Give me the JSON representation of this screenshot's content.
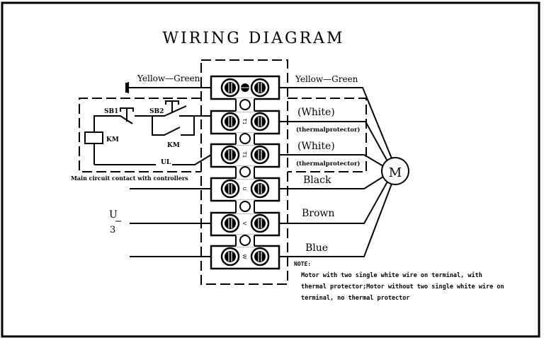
{
  "title": "WIRING  DIAGRAM",
  "ground": {
    "left_label": "Yellow—Green",
    "right_label": "Yellow—Green"
  },
  "control_circuit": {
    "sb1": "SB1",
    "sb2": "SB2",
    "km_coil": "KM",
    "km_contact": "KM",
    "ul": "UL",
    "caption": "Main circuit contact with controllers"
  },
  "terminals": [
    {
      "id": "ground",
      "mark": ""
    },
    {
      "id": "t1",
      "mark": "T1"
    },
    {
      "id": "t2",
      "mark": "T1"
    },
    {
      "id": "u",
      "mark": "U"
    },
    {
      "id": "v",
      "mark": "V"
    },
    {
      "id": "w",
      "mark": "W"
    }
  ],
  "wires": {
    "white1": "(White)",
    "thermal1": "(thermalprotector)",
    "white2": "(White)",
    "thermal2": "(thermalprotector)",
    "black": "Black",
    "brown": "Brown",
    "blue": "Blue"
  },
  "supply": {
    "symbol": "U",
    "subscript": "3"
  },
  "motor": {
    "label": "M"
  },
  "note": {
    "heading": "NOTE:",
    "line1": "Motor with two single white wire on terminal, with",
    "line2": "thermal protector;Motor without two single white wire on",
    "line3": "terminal, no thermal protector"
  }
}
